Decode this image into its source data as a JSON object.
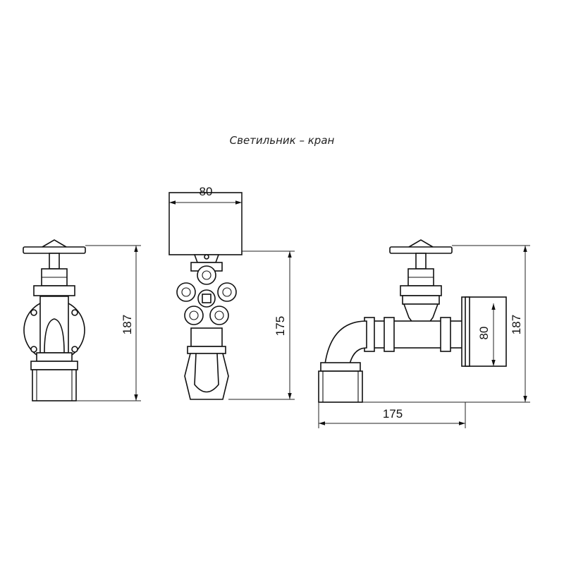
{
  "title": "Светильник – кран",
  "dimensions": {
    "front_height": "187",
    "side_width": "80",
    "side_height": "175",
    "right_height": "187",
    "right_flange": "80",
    "right_length": "175"
  }
}
